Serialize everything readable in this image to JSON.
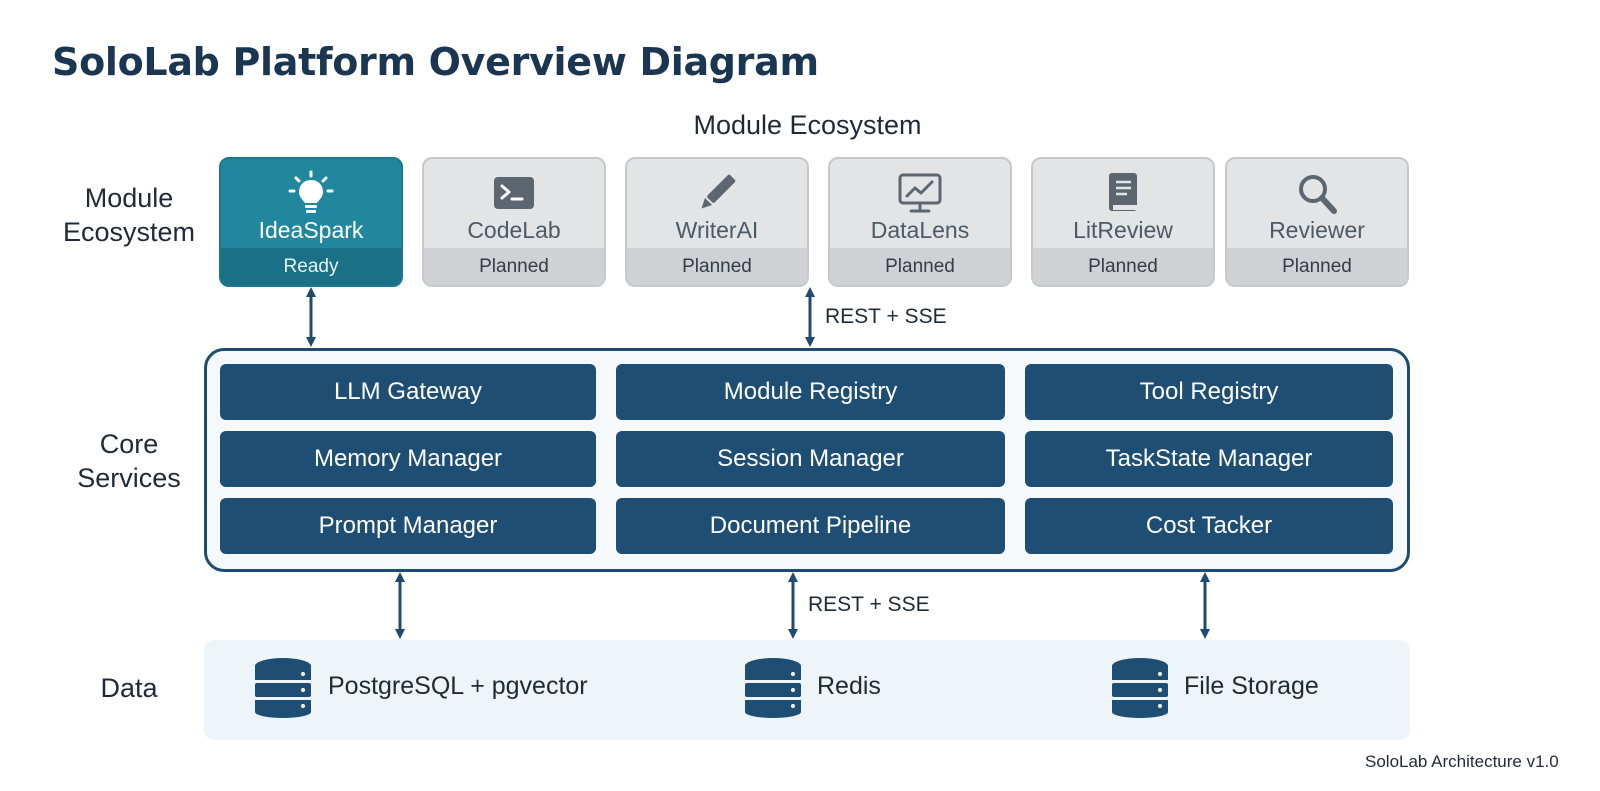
{
  "title": "SoloLab Platform Overview Diagram",
  "ecosystem_heading": "Module Ecosystem",
  "row_labels": {
    "modules": [
      "Module",
      "Ecosystem"
    ],
    "core": [
      "Core",
      "Services"
    ],
    "data": "Data"
  },
  "modules": [
    {
      "name": "IdeaSpark",
      "status": "Ready",
      "icon": "lightbulb-icon"
    },
    {
      "name": "CodeLab",
      "status": "Planned",
      "icon": "terminal-icon"
    },
    {
      "name": "WriterAI",
      "status": "Planned",
      "icon": "pencil-icon"
    },
    {
      "name": "DataLens",
      "status": "Planned",
      "icon": "chart-monitor-icon"
    },
    {
      "name": "LitReview",
      "status": "Planned",
      "icon": "book-icon"
    },
    {
      "name": "Reviewer",
      "status": "Planned",
      "icon": "magnifier-icon"
    }
  ],
  "connectors": {
    "top": "REST + SSE",
    "bottom": "REST + SSE"
  },
  "core_services": [
    [
      "LLM Gateway",
      "Module Registry",
      "Tool Registry"
    ],
    [
      "Memory Manager",
      "Session Manager",
      "TaskState Manager"
    ],
    [
      "Prompt Manager",
      "Document Pipeline",
      "Cost Tacker"
    ]
  ],
  "data_stores": [
    {
      "name": "PostgreSQL + pgvector",
      "icon": "database-icon"
    },
    {
      "name": "Redis",
      "icon": "database-icon"
    },
    {
      "name": "File Storage",
      "icon": "database-icon"
    }
  ],
  "footer": "SoloLab Architecture v1.0",
  "colors": {
    "title": "#1b3650",
    "ready_module": "#21879f",
    "planned_module": "#e3e4e6",
    "core_service": "#1e4e73",
    "core_frame": "#1f4b6e",
    "data_band": "#eef5f8"
  }
}
